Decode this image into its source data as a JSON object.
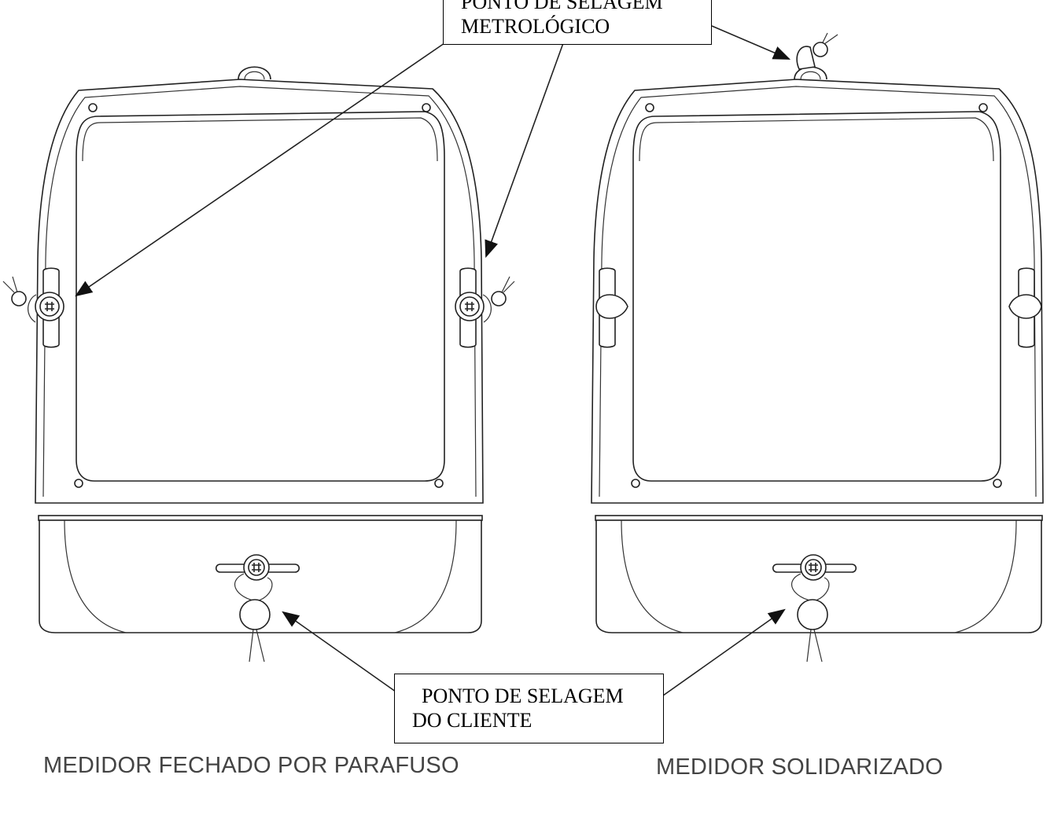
{
  "callouts": {
    "metrologico": {
      "line1": "PONTO DE SELAGEM",
      "line2": "METROLÓGICO"
    },
    "cliente": {
      "line1": "PONTO DE SELAGEM",
      "line2": "DO CLIENTE"
    }
  },
  "captions": {
    "left": "MEDIDOR FECHADO POR PARAFUSO",
    "right": "MEDIDOR SOLIDARIZADO"
  },
  "colors": {
    "line": "#222222",
    "caption_text": "#444444",
    "background": "#ffffff"
  }
}
